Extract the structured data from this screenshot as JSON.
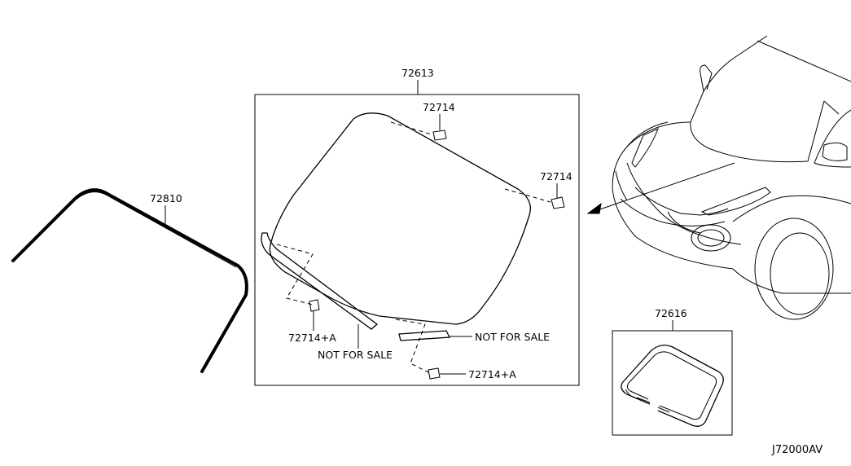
{
  "labels": {
    "molding_left": "72810",
    "windshield_glass": "72613",
    "clip_top": "72714",
    "clip_right": "72714",
    "clip_left_a": "72714+A",
    "clip_bottom_a": "72714+A",
    "not_for_sale_left": "NOT FOR SALE",
    "not_for_sale_right": "NOT FOR SALE",
    "dam_kit": "72616",
    "diagram_code": "J72000AV"
  }
}
